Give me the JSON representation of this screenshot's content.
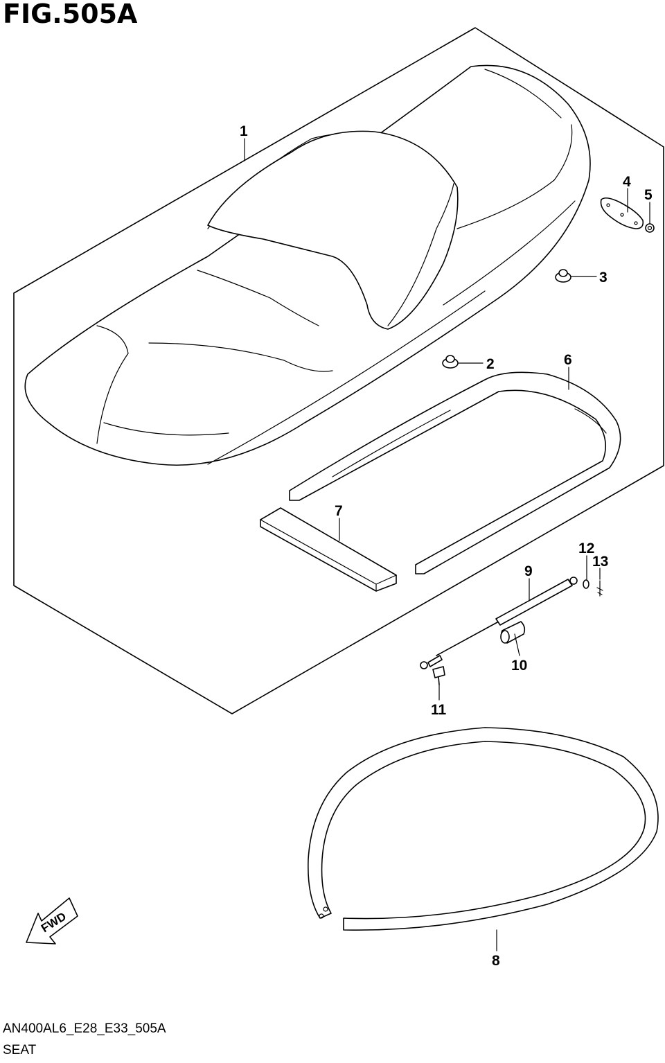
{
  "title": "FIG.505A",
  "footer": {
    "code": "AN400AL6_E28_E33_505A",
    "name": "SEAT"
  },
  "callouts": [
    "1",
    "2",
    "3",
    "4",
    "5",
    "6",
    "7",
    "8",
    "9",
    "10",
    "11",
    "12",
    "13"
  ],
  "fwd_label": "FWD"
}
